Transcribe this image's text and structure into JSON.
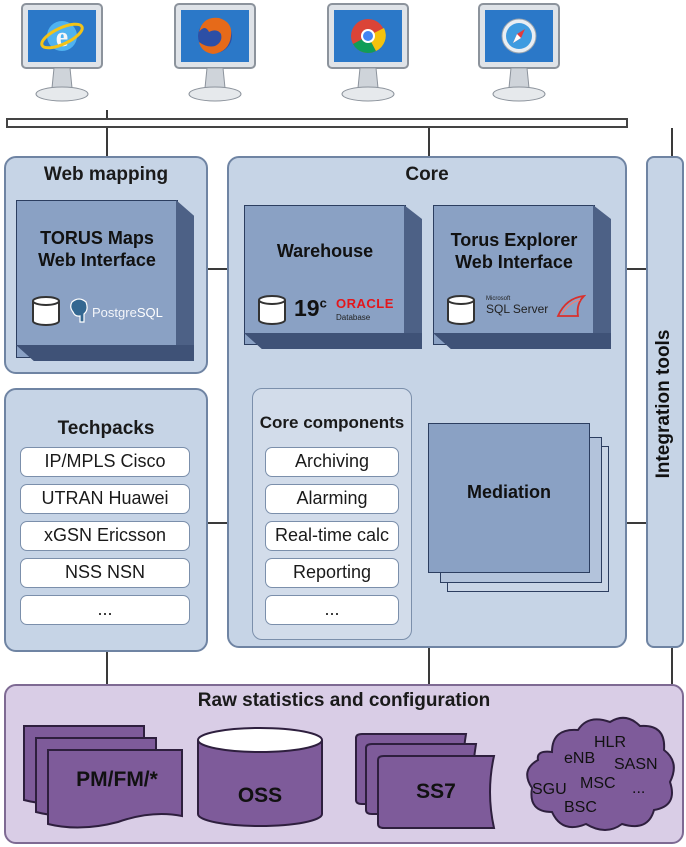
{
  "clients": [
    {
      "icon": "internet-explorer-icon"
    },
    {
      "icon": "firefox-icon"
    },
    {
      "icon": "chrome-icon"
    },
    {
      "icon": "safari-icon"
    }
  ],
  "web_mapping": {
    "title": "Web mapping",
    "box_label_line1": "TORUS Maps",
    "box_label_line2": "Web Interface",
    "db_text_a": "Postgre",
    "db_text_b": "SQL"
  },
  "core": {
    "title": "Core",
    "warehouse": {
      "label": "Warehouse",
      "version": "19",
      "version_sup": "c",
      "vendor": "ORACLE",
      "vendor_sub": "Database"
    },
    "explorer": {
      "label_line1": "Torus Explorer",
      "label_line2": "Web Interface",
      "vendor_small": "Microsoft",
      "vendor": "SQL Server"
    },
    "components": {
      "title": "Core components",
      "items": [
        "Archiving",
        "Alarming",
        "Real-time calc",
        "Reporting",
        "..."
      ]
    },
    "mediation": {
      "label": "Mediation"
    }
  },
  "techpacks": {
    "title": "Techpacks",
    "items": [
      "IP/MPLS Cisco",
      "UTRAN Huawei",
      "xGSN Ericsson",
      "NSS NSN",
      "..."
    ]
  },
  "integration": {
    "label": "Integration tools"
  },
  "raw": {
    "title": "Raw statistics and configuration",
    "pmfm": "PM/FM/*",
    "oss": "OSS",
    "ss7": "SS7",
    "cloud": [
      "HLR",
      "eNB",
      "SASN",
      "MSC",
      "SGU",
      "...",
      "BSC"
    ]
  },
  "colors": {
    "panel": "#c6d4e6",
    "box_front": "#8aa1c4",
    "purple_panel": "#d9cde6",
    "purple_shape": "#7e5b9a"
  }
}
